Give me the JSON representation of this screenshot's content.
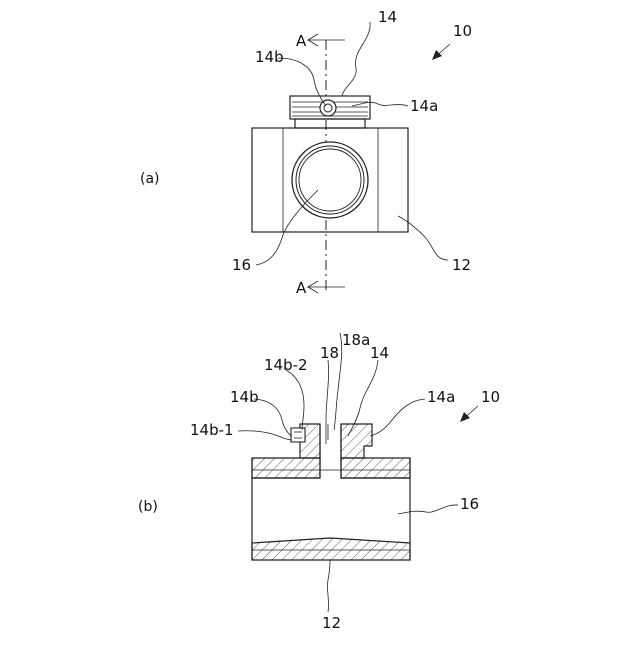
{
  "figure": {
    "ref_main": "10",
    "view_a": {
      "panel_label": "(a)",
      "section_marker_top": "A",
      "section_marker_bottom": "A",
      "labels": {
        "cap": "14",
        "cap_body": "14a",
        "cap_port": "14b",
        "pipe": "16",
        "housing": "12"
      }
    },
    "view_b": {
      "panel_label": "(b)",
      "labels": {
        "bore": "18",
        "bore_end": "18a",
        "cap": "14",
        "port_upper": "14b-2",
        "port": "14b",
        "port_lower": "14b-1",
        "cap_body": "14a",
        "ref_main": "10",
        "pipe": "16",
        "housing": "12"
      }
    }
  }
}
